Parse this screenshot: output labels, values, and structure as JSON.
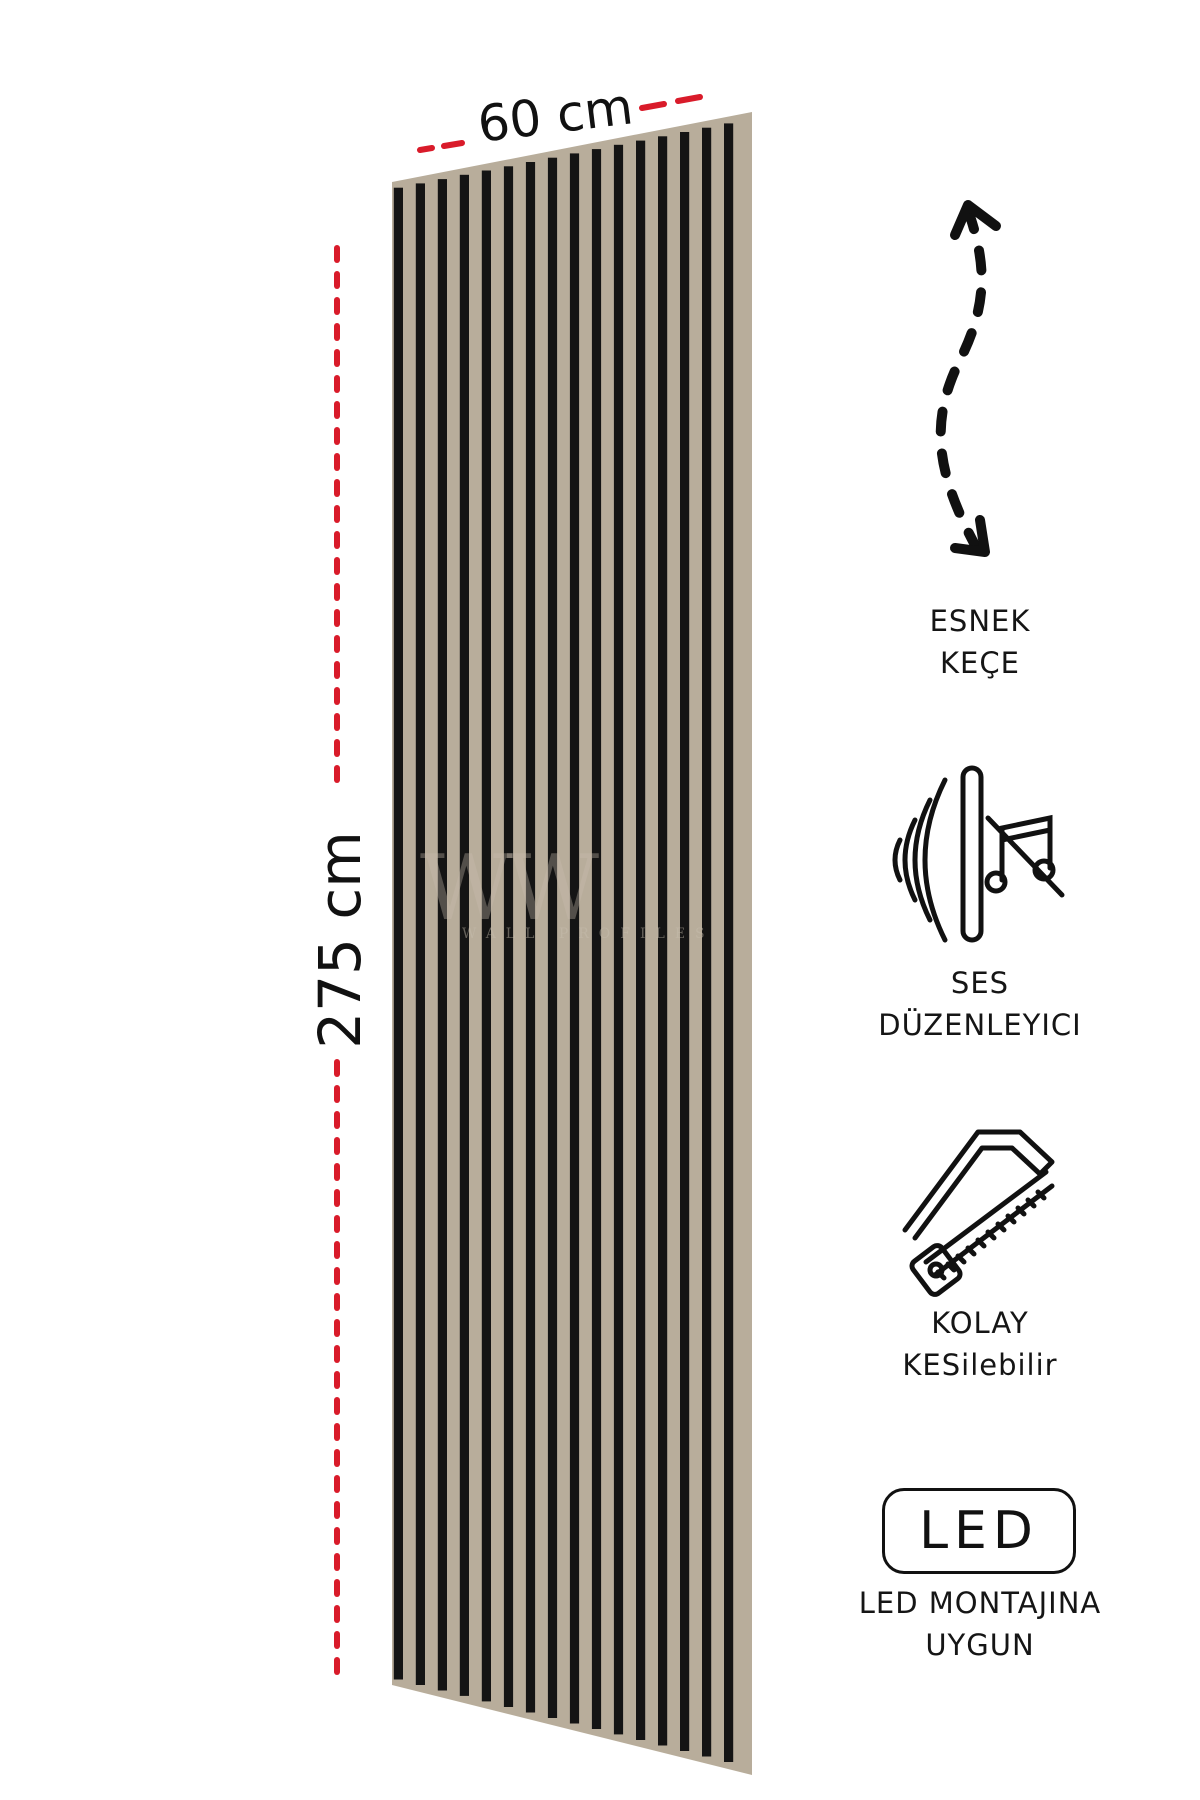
{
  "dimensions": {
    "width_label": "60 cm",
    "height_label": "275 cm"
  },
  "panel": {
    "slat_count": 16,
    "felt_color": "#b8ad9b",
    "slat_color": "#141414",
    "dash_color": "#d91b2a"
  },
  "watermark": {
    "text": "WW",
    "sub": "WALL PROFILES"
  },
  "features": [
    {
      "line1": "ESNEK",
      "line2": "KEÇE",
      "icon": "flex-arrow-icon"
    },
    {
      "line1": "SES",
      "line2": "DÜZENLEYICI",
      "icon": "sound-absorb-icon"
    },
    {
      "line1": "KOLAY",
      "line2": "KESilebilir",
      "icon": "hacksaw-icon"
    },
    {
      "line1": "LED MONTAJINA",
      "line2": "UYGUN",
      "icon": "led-badge-icon",
      "badge": "LED"
    }
  ]
}
